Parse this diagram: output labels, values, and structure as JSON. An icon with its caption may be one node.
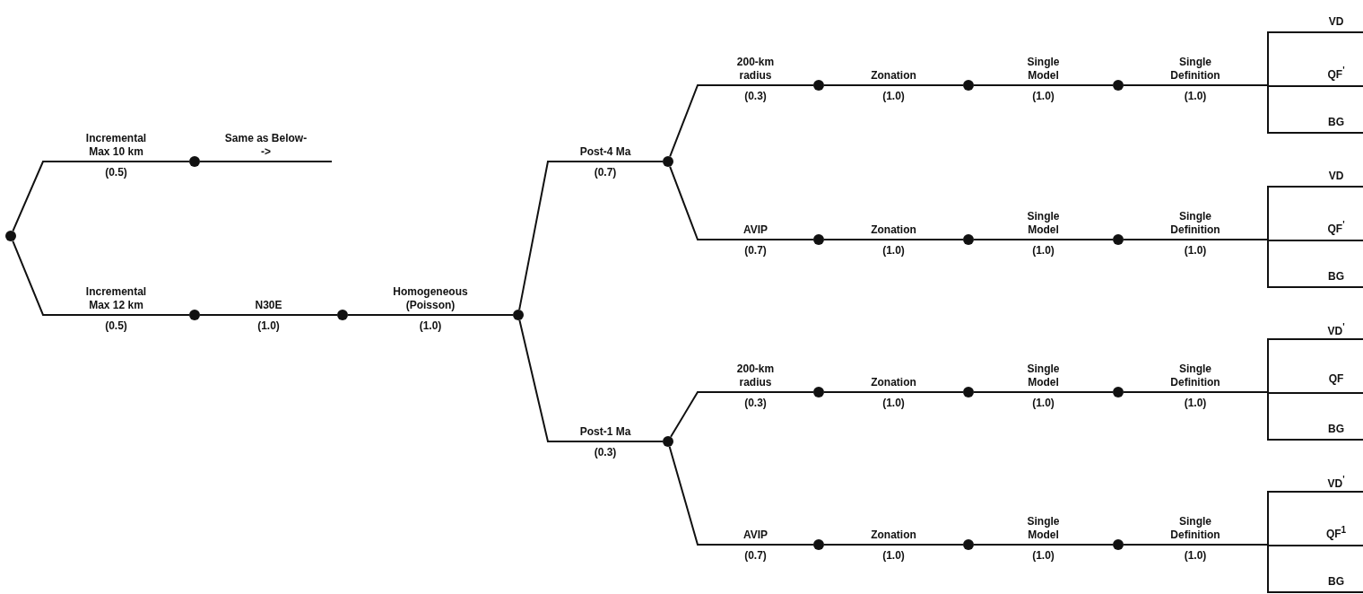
{
  "diagram": {
    "nodes": [
      {
        "text": [],
        "shape": "circle"
      },
      {
        "text": [],
        "shape": "circle"
      },
      {
        "text": [],
        "shape": "circle"
      },
      {
        "text": [],
        "shape": "circle"
      },
      {
        "text": [],
        "shape": "circle"
      },
      {
        "text": [],
        "shape": "circle"
      },
      {
        "text": [],
        "shape": "circle"
      },
      {
        "text": [],
        "shape": "circle"
      },
      {
        "text": [],
        "shape": "circle"
      },
      {
        "text": [],
        "shape": "circle"
      },
      {
        "text": [
          "VD",
          "QF$^{'}$",
          "BG"
        ]
      },
      {
        "text": [],
        "shape": "circle"
      },
      {
        "text": [],
        "shape": "circle"
      },
      {
        "text": [],
        "shape": "circle"
      },
      {
        "text": [
          "VD",
          "QF$^{'}$",
          "BG"
        ]
      },
      {
        "text": [],
        "shape": "circle"
      },
      {
        "text": [],
        "shape": "circle"
      },
      {
        "text": [],
        "shape": "circle"
      },
      {
        "text": [
          "VD$^{'}$",
          "QF",
          "BG"
        ]
      },
      {
        "text": [],
        "shape": "circle"
      },
      {
        "text": [],
        "shape": "circle"
      },
      {
        "text": [],
        "shape": "circle"
      },
      {
        "text": [
          "VD$^{'}$",
          "QF$^{1}$",
          "BG"
        ]
      }
    ],
    "edges": [
      {
        "from": 0,
        "to": 1,
        "arrow": "none",
        "label": "Incremental Max 10 km"
      },
      {
        "from": 1,
        "to": null,
        "arrow": "none",
        "label": "Same as Below-->"
      },
      {
        "from": 0,
        "to": 2,
        "arrow": "none",
        "label": "Incremental Max 12 km"
      },
      {
        "from": 2,
        "to": 3,
        "arrow": "none",
        "label": "N30E"
      },
      {
        "from": 3,
        "to": 4,
        "arrow": "none",
        "label": "Homogeneous (Poisson)"
      },
      {
        "from": 4,
        "to": 5,
        "arrow": "none",
        "label": "Post-4 Ma"
      },
      {
        "from": 4,
        "to": 6,
        "arrow": "none",
        "label": "Post-1 Ma"
      },
      {
        "from": 5,
        "to": 7,
        "arrow": "none",
        "label": "200-km radius"
      },
      {
        "from": 7,
        "to": 8,
        "arrow": "none",
        "label": "Zonation"
      },
      {
        "from": 8,
        "to": 9,
        "arrow": "none",
        "label": "Single Model"
      },
      {
        "from": 9,
        "to": 10,
        "arrow": "none",
        "label": "Single Definition"
      },
      {
        "from": 5,
        "to": 11,
        "arrow": "none",
        "label": "AVIP"
      },
      {
        "from": 11,
        "to": 12,
        "arrow": "none",
        "label": "Zonation"
      },
      {
        "from": 12,
        "to": 13,
        "arrow": "none",
        "label": "Single Model"
      },
      {
        "from": 13,
        "to": 14,
        "arrow": "none",
        "label": "Single Definition"
      },
      {
        "from": 6,
        "to": 15,
        "arrow": "none",
        "label": "200-km radius"
      },
      {
        "from": 15,
        "to": 16,
        "arrow": "none",
        "label": "Zonation"
      },
      {
        "from": 16,
        "to": 17,
        "arrow": "none",
        "label": "Single Model"
      },
      {
        "from": 17,
        "to": 18,
        "arrow": "none",
        "label": "Single Definition"
      },
      {
        "from": 6,
        "to": 19,
        "arrow": "none",
        "label": "AVIP"
      },
      {
        "from": 19,
        "to": 20,
        "arrow": "none",
        "label": "Zonation"
      },
      {
        "from": 20,
        "to": 21,
        "arrow": "none",
        "label": "Single Model"
      },
      {
        "from": 21,
        "to": 22,
        "arrow": "none",
        "label": "Single Definition"
      }
    ],
    "labels": [
      "(0.5)",
      "(0.5)",
      "(1.0)",
      "(1.0)",
      "(0.7)",
      "(0.3)",
      "(0.3)",
      "(1.0)",
      "(1.0)",
      "(1.0)",
      "(0.7)",
      "(1.0)",
      "(1.0)",
      "(1.0)",
      "(0.3)",
      "(1.0)",
      "(1.0)",
      "(1.0)",
      "(0.7)",
      "(1.0)",
      "(1.0)",
      "(1.0)"
    ]
  }
}
